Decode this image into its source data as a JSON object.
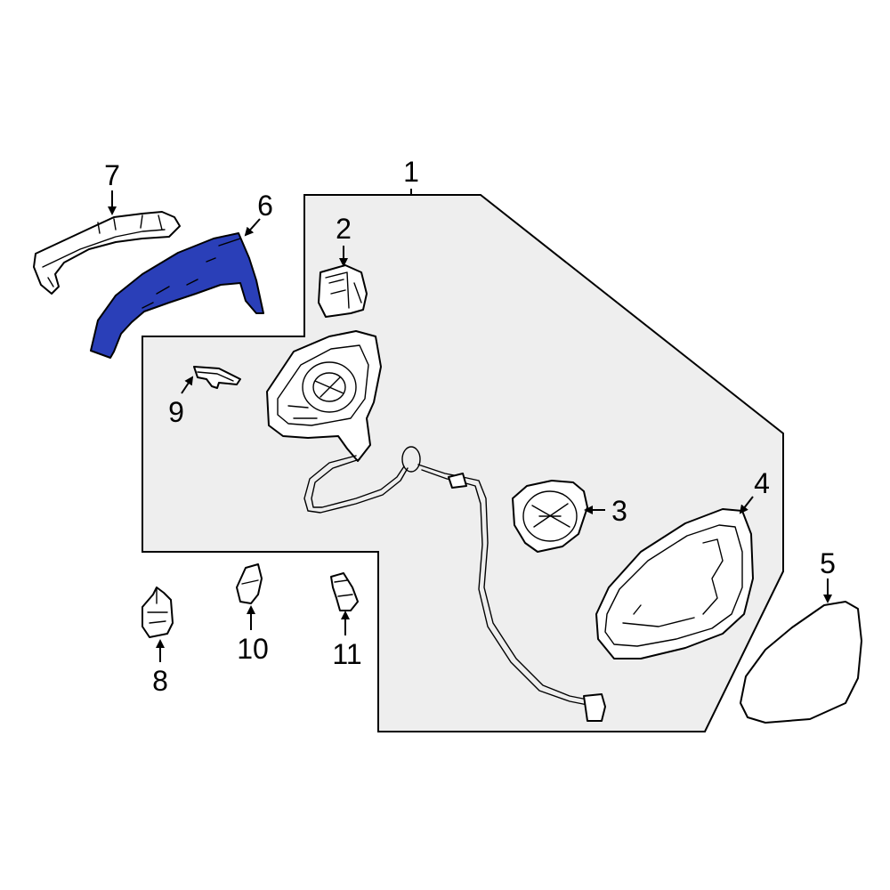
{
  "diagram": {
    "accent_color": "#2a3fb8",
    "group_fill": "#eeeeee",
    "callouts": {
      "c1": "1",
      "c2": "2",
      "c3": "3",
      "c4": "4",
      "c5": "5",
      "c6": "6",
      "c7": "7",
      "c8": "8",
      "c9": "9",
      "c10": "10",
      "c11": "11"
    }
  }
}
